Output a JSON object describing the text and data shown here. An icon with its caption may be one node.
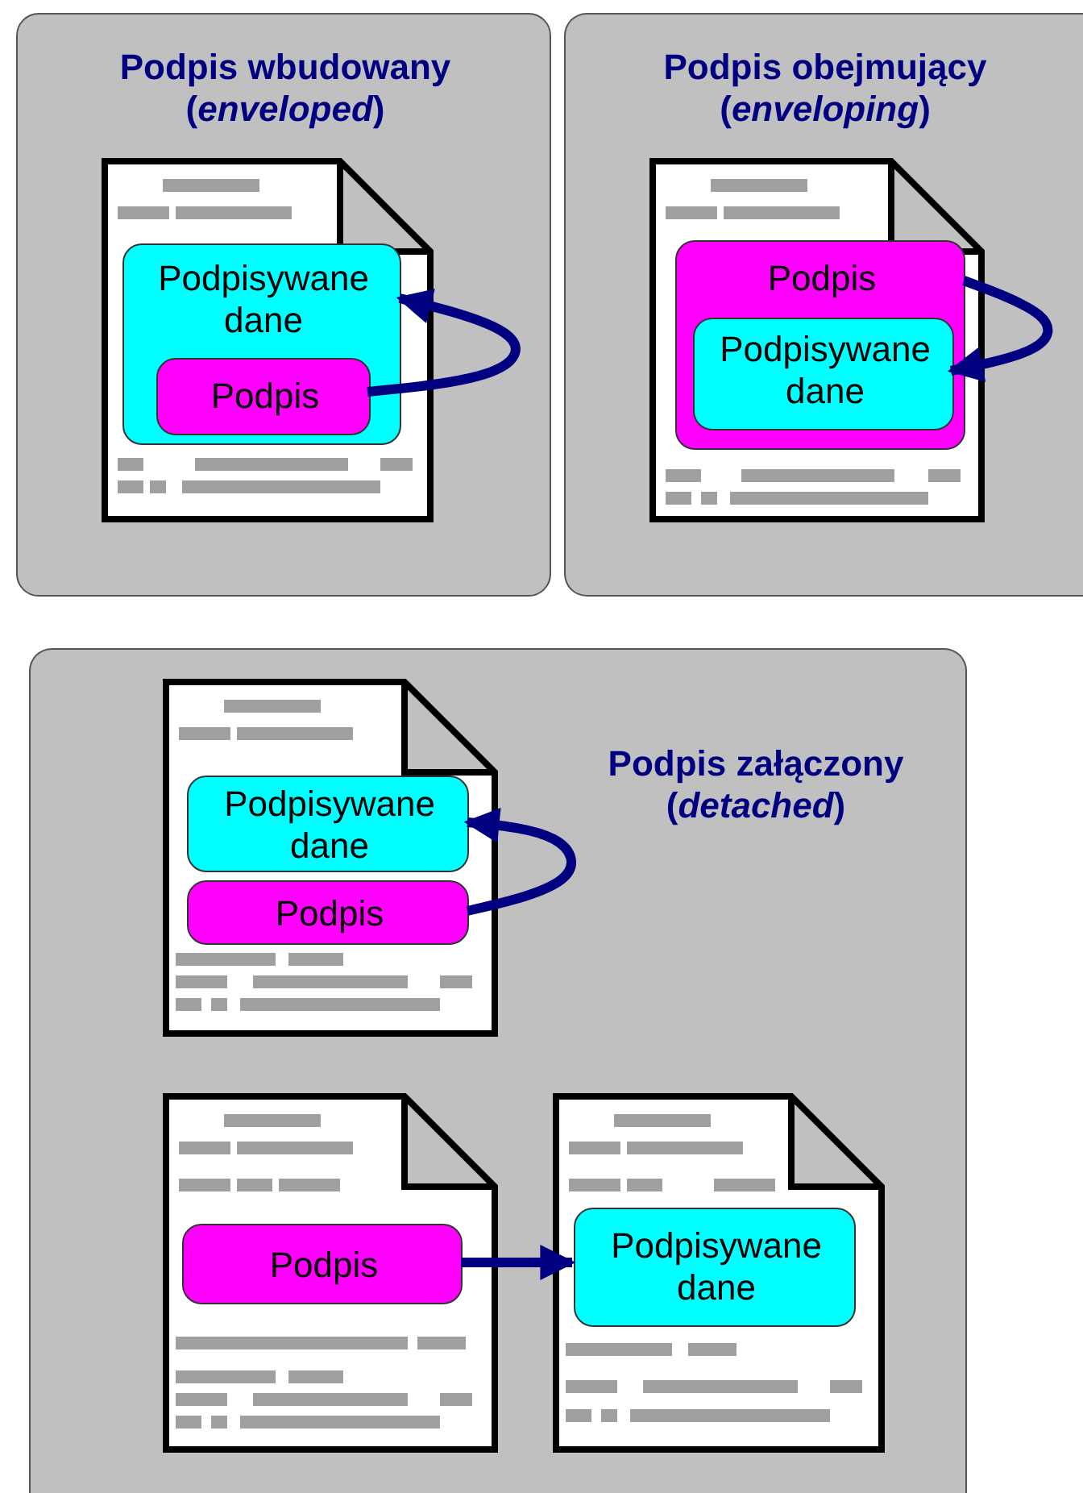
{
  "diagram": {
    "nodes": [
      {
        "text": [
          "Podpis wbudowany (*enveloped*)"
        ]
      },
      {
        "text": [],
        "shape": "document",
        "in": 0
      },
      {
        "text": [
          "Podpisywane dane"
        ],
        "in": 1
      },
      {
        "text": [
          "Podpis"
        ],
        "in": 2
      },
      {
        "text": [
          "Podpis obejmujący (*enveloping*)"
        ]
      },
      {
        "text": [],
        "shape": "document",
        "in": 4
      },
      {
        "text": [
          "Podpis"
        ],
        "in": 5
      },
      {
        "text": [
          "Podpisywane dane"
        ],
        "in": 6
      },
      {
        "text": [
          "Podpis załączony (*detached*)"
        ]
      },
      {
        "text": [],
        "shape": "document",
        "in": 8
      },
      {
        "text": [
          "Podpisywane dane"
        ],
        "in": 9
      },
      {
        "text": [
          "Podpis"
        ],
        "in": 9
      },
      {
        "text": [],
        "shape": "document",
        "in": 8
      },
      {
        "text": [
          "Podpis"
        ],
        "in": 12
      },
      {
        "text": [],
        "shape": "document",
        "in": 8
      },
      {
        "text": [
          "Podpisywane dane"
        ],
        "in": 14
      }
    ],
    "edges": [
      {
        "from": 3,
        "to": 2,
        "arrow": "to"
      },
      {
        "from": 6,
        "to": 7,
        "arrow": "to"
      },
      {
        "from": 11,
        "to": 10,
        "arrow": "to"
      },
      {
        "from": 13,
        "to": 15,
        "arrow": "to"
      }
    ]
  }
}
